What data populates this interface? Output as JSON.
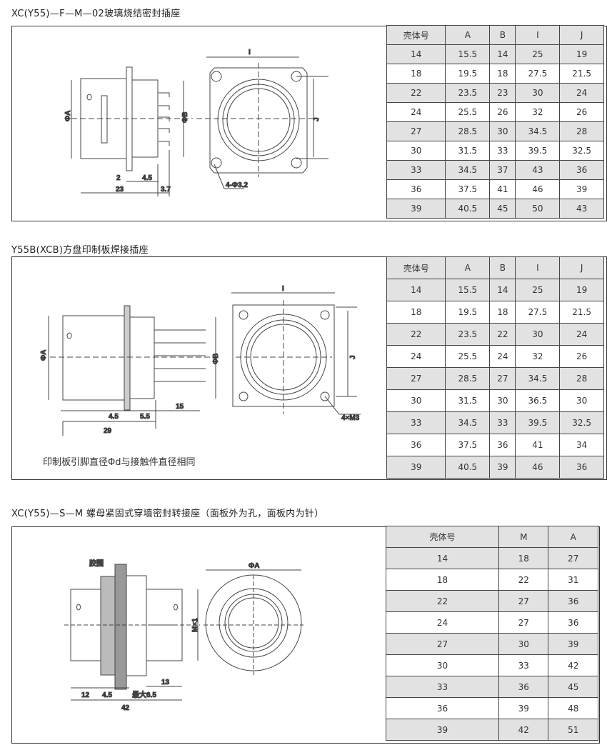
{
  "section1": {
    "title": "XC(Y55)—F—M—02玻璃烧结密封插座",
    "labels": {
      "phiA": "ΦA",
      "phiB": "ΦB",
      "I": "I",
      "J": "J",
      "d2": "2",
      "d45": "4.5",
      "d23": "23",
      "d37": "3.7",
      "holes": "4-Φ3.2"
    },
    "headers": [
      "壳体号",
      "A",
      "B",
      "I",
      "J"
    ],
    "rows": [
      [
        "14",
        "15.5",
        "14",
        "25",
        "19"
      ],
      [
        "18",
        "19.5",
        "18",
        "27.5",
        "21.5"
      ],
      [
        "22",
        "23.5",
        "23",
        "30",
        "24"
      ],
      [
        "24",
        "25.5",
        "26",
        "32",
        "26"
      ],
      [
        "27",
        "28.5",
        "30",
        "34.5",
        "28"
      ],
      [
        "30",
        "31.5",
        "33",
        "39.5",
        "32.5"
      ],
      [
        "33",
        "34.5",
        "37",
        "43",
        "36"
      ],
      [
        "36",
        "37.5",
        "41",
        "46",
        "39"
      ],
      [
        "39",
        "40.5",
        "45",
        "50",
        "43"
      ]
    ]
  },
  "section2": {
    "title": "Y55B(XCB)方盘印制板焊接插座",
    "labels": {
      "phiA": "ΦA",
      "phiB": "ΦB",
      "I": "I",
      "J": "J",
      "d45": "4.5",
      "d55": "5.5",
      "d15": "15",
      "d29": "29",
      "holes": "4×M3"
    },
    "note": "印制板引脚直径Φd与接触件直径相同",
    "headers": [
      "壳体号",
      "A",
      "B",
      "I",
      "J"
    ],
    "rows": [
      [
        "14",
        "15.5",
        "14",
        "25",
        "19"
      ],
      [
        "18",
        "19.5",
        "18",
        "27.5",
        "21.5"
      ],
      [
        "22",
        "23.5",
        "22",
        "30",
        "24"
      ],
      [
        "24",
        "25.5",
        "24",
        "32",
        "26"
      ],
      [
        "27",
        "28.5",
        "27",
        "34.5",
        "28"
      ],
      [
        "30",
        "31.5",
        "30",
        "36.5",
        "30"
      ],
      [
        "33",
        "34.5",
        "33",
        "39.5",
        "32.5"
      ],
      [
        "36",
        "37.5",
        "36",
        "41",
        "34"
      ],
      [
        "39",
        "40.5",
        "39",
        "46",
        "36"
      ]
    ]
  },
  "section3": {
    "title": "XC(Y55)—S—M  螺母紧固式穿墙密封转接座（面板外为孔，面板内为针）",
    "labels": {
      "gasket": "胶圈",
      "phiA": "ΦA",
      "mx1": "M×1",
      "d12": "12",
      "d45": "4.5",
      "dmax": "最大6.5",
      "d13": "13",
      "d42": "42"
    },
    "headers": [
      "壳体号",
      "M",
      "A"
    ],
    "rows": [
      [
        "14",
        "18",
        "27"
      ],
      [
        "18",
        "22",
        "31"
      ],
      [
        "22",
        "27",
        "36"
      ],
      [
        "24",
        "27",
        "36"
      ],
      [
        "27",
        "30",
        "39"
      ],
      [
        "30",
        "33",
        "42"
      ],
      [
        "33",
        "36",
        "45"
      ],
      [
        "36",
        "39",
        "48"
      ],
      [
        "39",
        "42",
        "51"
      ]
    ]
  }
}
